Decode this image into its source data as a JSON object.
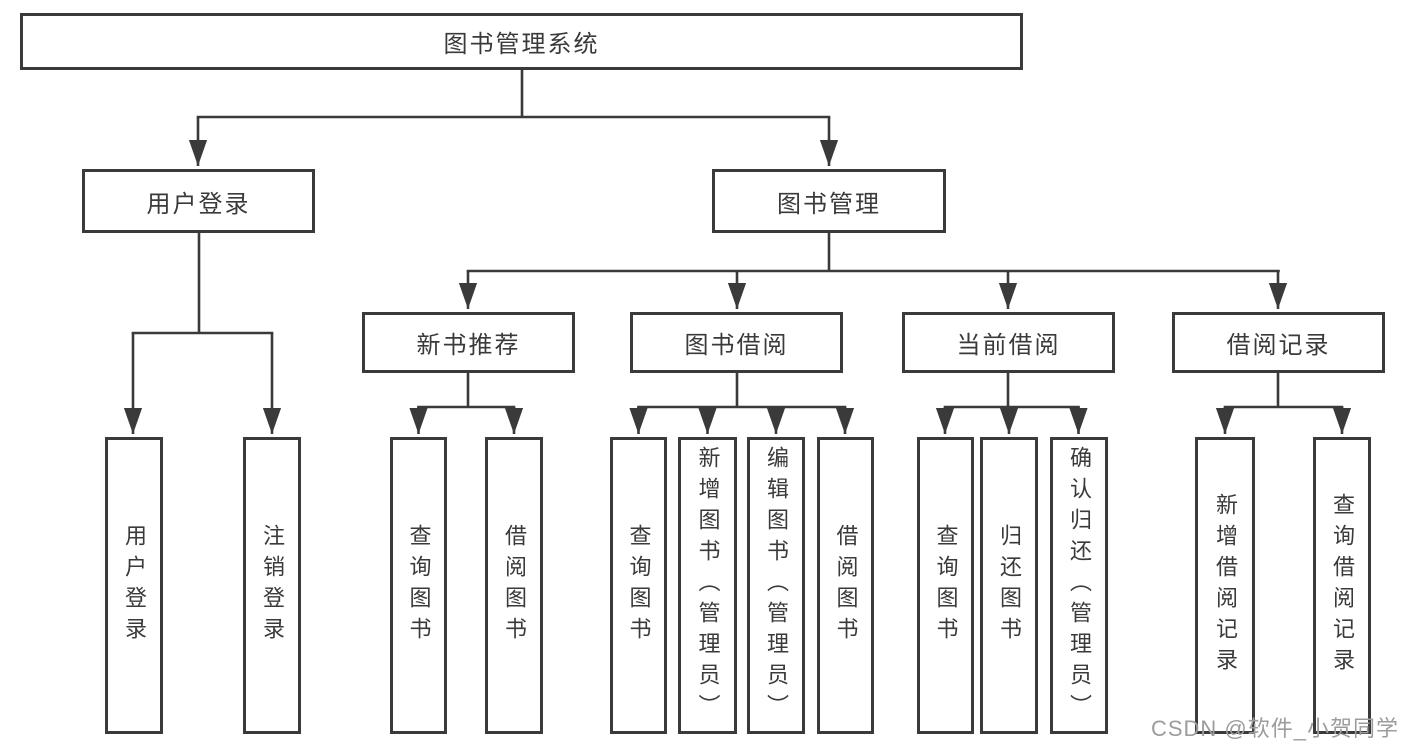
{
  "diagram": {
    "watermark": "CSDN @软件_小贺同学",
    "colors": {
      "line": "#3a3a3a",
      "text": "#3a3a3a",
      "watermark": "#9c9c9c",
      "background": "#ffffff"
    },
    "tree": {
      "root": {
        "label": "图书管理系统"
      },
      "children": [
        {
          "label": "用户登录",
          "children": [
            {
              "label": "用户登录"
            },
            {
              "label": "注销登录"
            }
          ]
        },
        {
          "label": "图书管理",
          "children": [
            {
              "label": "新书推荐",
              "children": [
                {
                  "label": "查询图书"
                },
                {
                  "label": "借阅图书"
                }
              ]
            },
            {
              "label": "图书借阅",
              "children": [
                {
                  "label": "查询图书"
                },
                {
                  "label": "新增图书（管理员）"
                },
                {
                  "label": "编辑图书（管理员）"
                },
                {
                  "label": "借阅图书"
                }
              ]
            },
            {
              "label": "当前借阅",
              "children": [
                {
                  "label": "查询图书"
                },
                {
                  "label": "归还图书"
                },
                {
                  "label": "确认归还（管理员）"
                }
              ]
            },
            {
              "label": "借阅记录",
              "children": [
                {
                  "label": "新增借阅记录"
                },
                {
                  "label": "查询借阅记录"
                }
              ]
            }
          ]
        }
      ]
    }
  }
}
